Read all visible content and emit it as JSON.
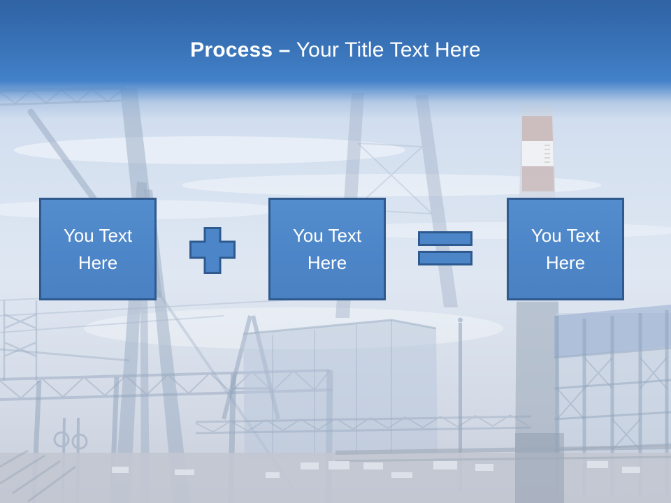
{
  "title": {
    "keyword": "Process –",
    "rest": "Your Title Text Here"
  },
  "steps": [
    {
      "label": "You Text Here"
    },
    {
      "label": "You Text Here"
    },
    {
      "label": "You Text Here"
    }
  ],
  "operators": {
    "first": "plus",
    "second": "equals"
  },
  "colors": {
    "header_top": "#2f63a4",
    "header_mid": "#4381c9",
    "box_fill": "#4d86c8",
    "box_border": "#2e5a8f",
    "title_text": "#ffffff",
    "box_text": "#ffffff"
  }
}
